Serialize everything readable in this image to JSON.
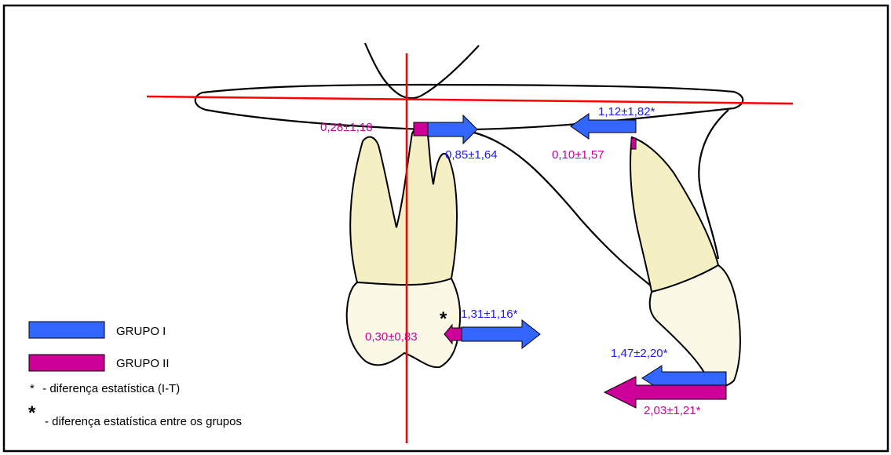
{
  "colors": {
    "grupo_i": "#3366ff",
    "grupo_ii": "#cc0099",
    "label_grupo_i": "#1a1aff",
    "label_grupo_ii": "#cc0099",
    "reference_line": "#ff0000",
    "tooth_fill": "#f5f0c4"
  },
  "measurements": {
    "upper_molar_g2": "0,28±1,18",
    "upper_molar_g1": "0,85±1,64",
    "upper_incisor_g1": "1,12±1,82*",
    "upper_incisor_g2": "0,10±1,57",
    "lower_molar_g1": "1,31±1,16*",
    "lower_molar_g2": "0,30±0,83",
    "lower_incisor_g1": "1,47±2,20*",
    "lower_incisor_g2": "2,03±1,21*"
  },
  "markers": {
    "group_difference_star": "*"
  },
  "legend": {
    "grupo_i": "GRUPO I",
    "grupo_ii": "GRUPO II",
    "small_star": "*",
    "small_star_text": " - diferença estatística (I-T)",
    "big_star": "*",
    "big_star_text": "- diferença estatística entre os grupos"
  }
}
